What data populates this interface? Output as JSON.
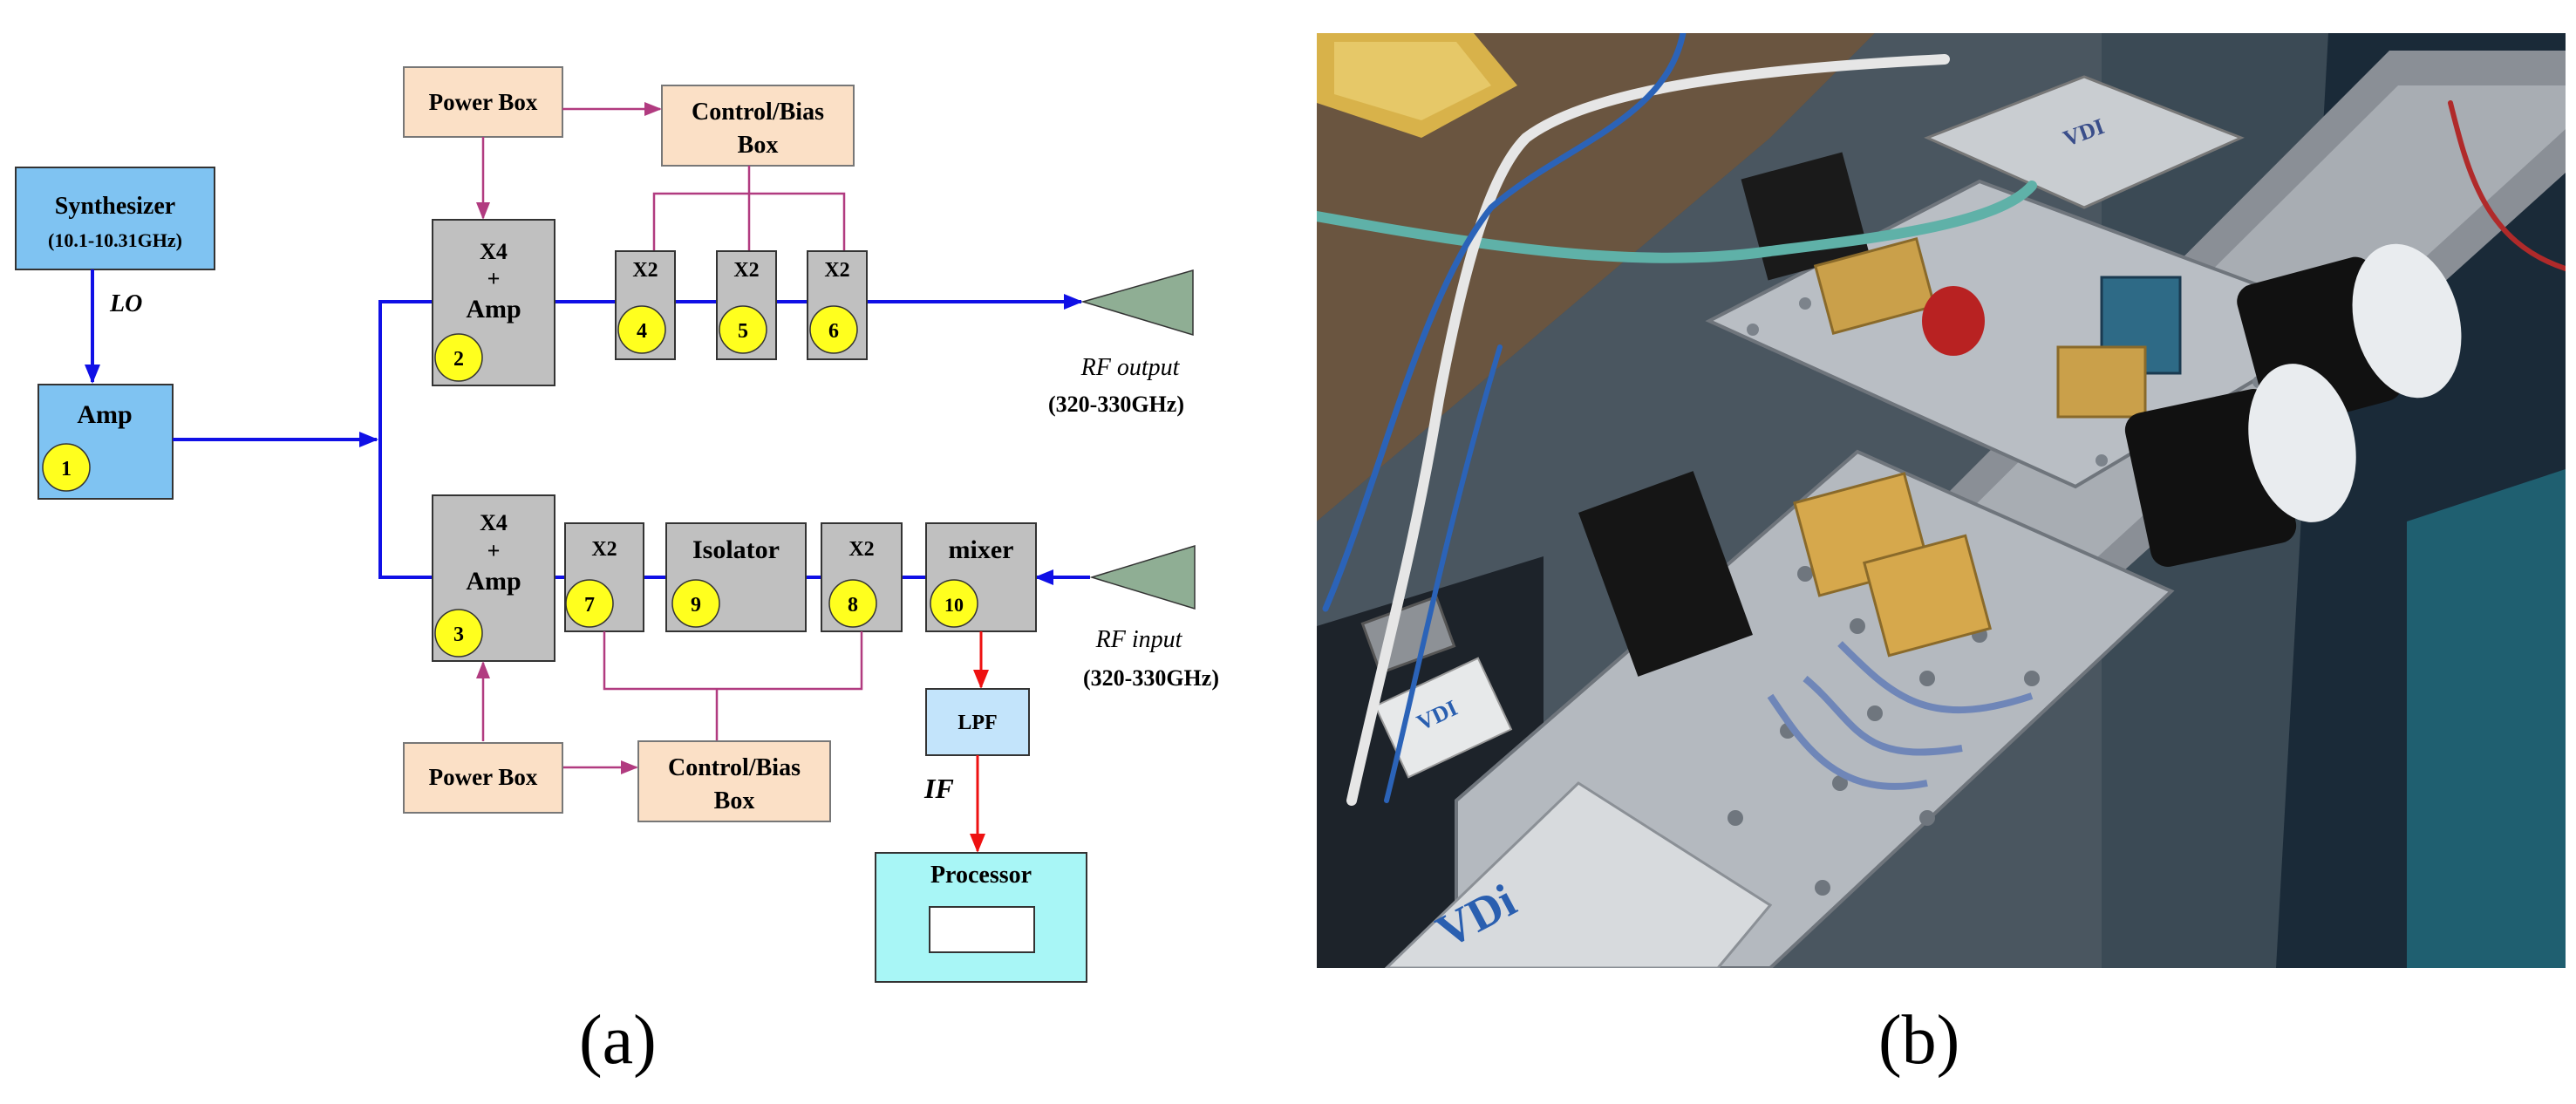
{
  "panel_a": {
    "caption": "(a)",
    "synthesizer": {
      "title": "Synthesizer",
      "range": "(10.1-10.31GHz)"
    },
    "lo_label": "LO",
    "amp_label": "Amp",
    "power_box_top": "Power Box",
    "control_bias_top": [
      "Control/Bias",
      "Box"
    ],
    "x4_amp_top": [
      "X4",
      "+",
      "Amp"
    ],
    "x4_amp_bottom": [
      "X4",
      "+",
      "Amp"
    ],
    "x2_label": "X2",
    "isolator_label": "Isolator",
    "mixer_label": "mixer",
    "lpf_label": "LPF",
    "if_label": "IF",
    "processor_label": "Processor",
    "power_box_bottom": "Power Box",
    "control_bias_bottom": [
      "Control/Bias",
      "Box"
    ],
    "rf_output": {
      "label": "RF output",
      "range": "(320-330GHz)"
    },
    "rf_input": {
      "label": "RF input",
      "range": "(320-330GHz)"
    },
    "badges": [
      "1",
      "2",
      "3",
      "4",
      "5",
      "6",
      "7",
      "8",
      "9",
      "10"
    ],
    "colors": {
      "synth_fill": "#7fc3f2",
      "box_gray": "#c0c0c0",
      "power_fill": "#fbe0c6",
      "badge_yellow": "#ffff1e",
      "signal_blue": "#1010e6",
      "control_line": "#b13b80",
      "if_red": "#ee1111",
      "horn_green": "#8fae94",
      "processor_fill": "#a8f6f6",
      "lpf_fill": "#c3e4fb"
    }
  },
  "panel_b": {
    "caption": "(b)",
    "labels": {
      "vdi_top": "VDI",
      "vdi_mid": "VDI",
      "vdi_bottom": "VDi"
    }
  }
}
